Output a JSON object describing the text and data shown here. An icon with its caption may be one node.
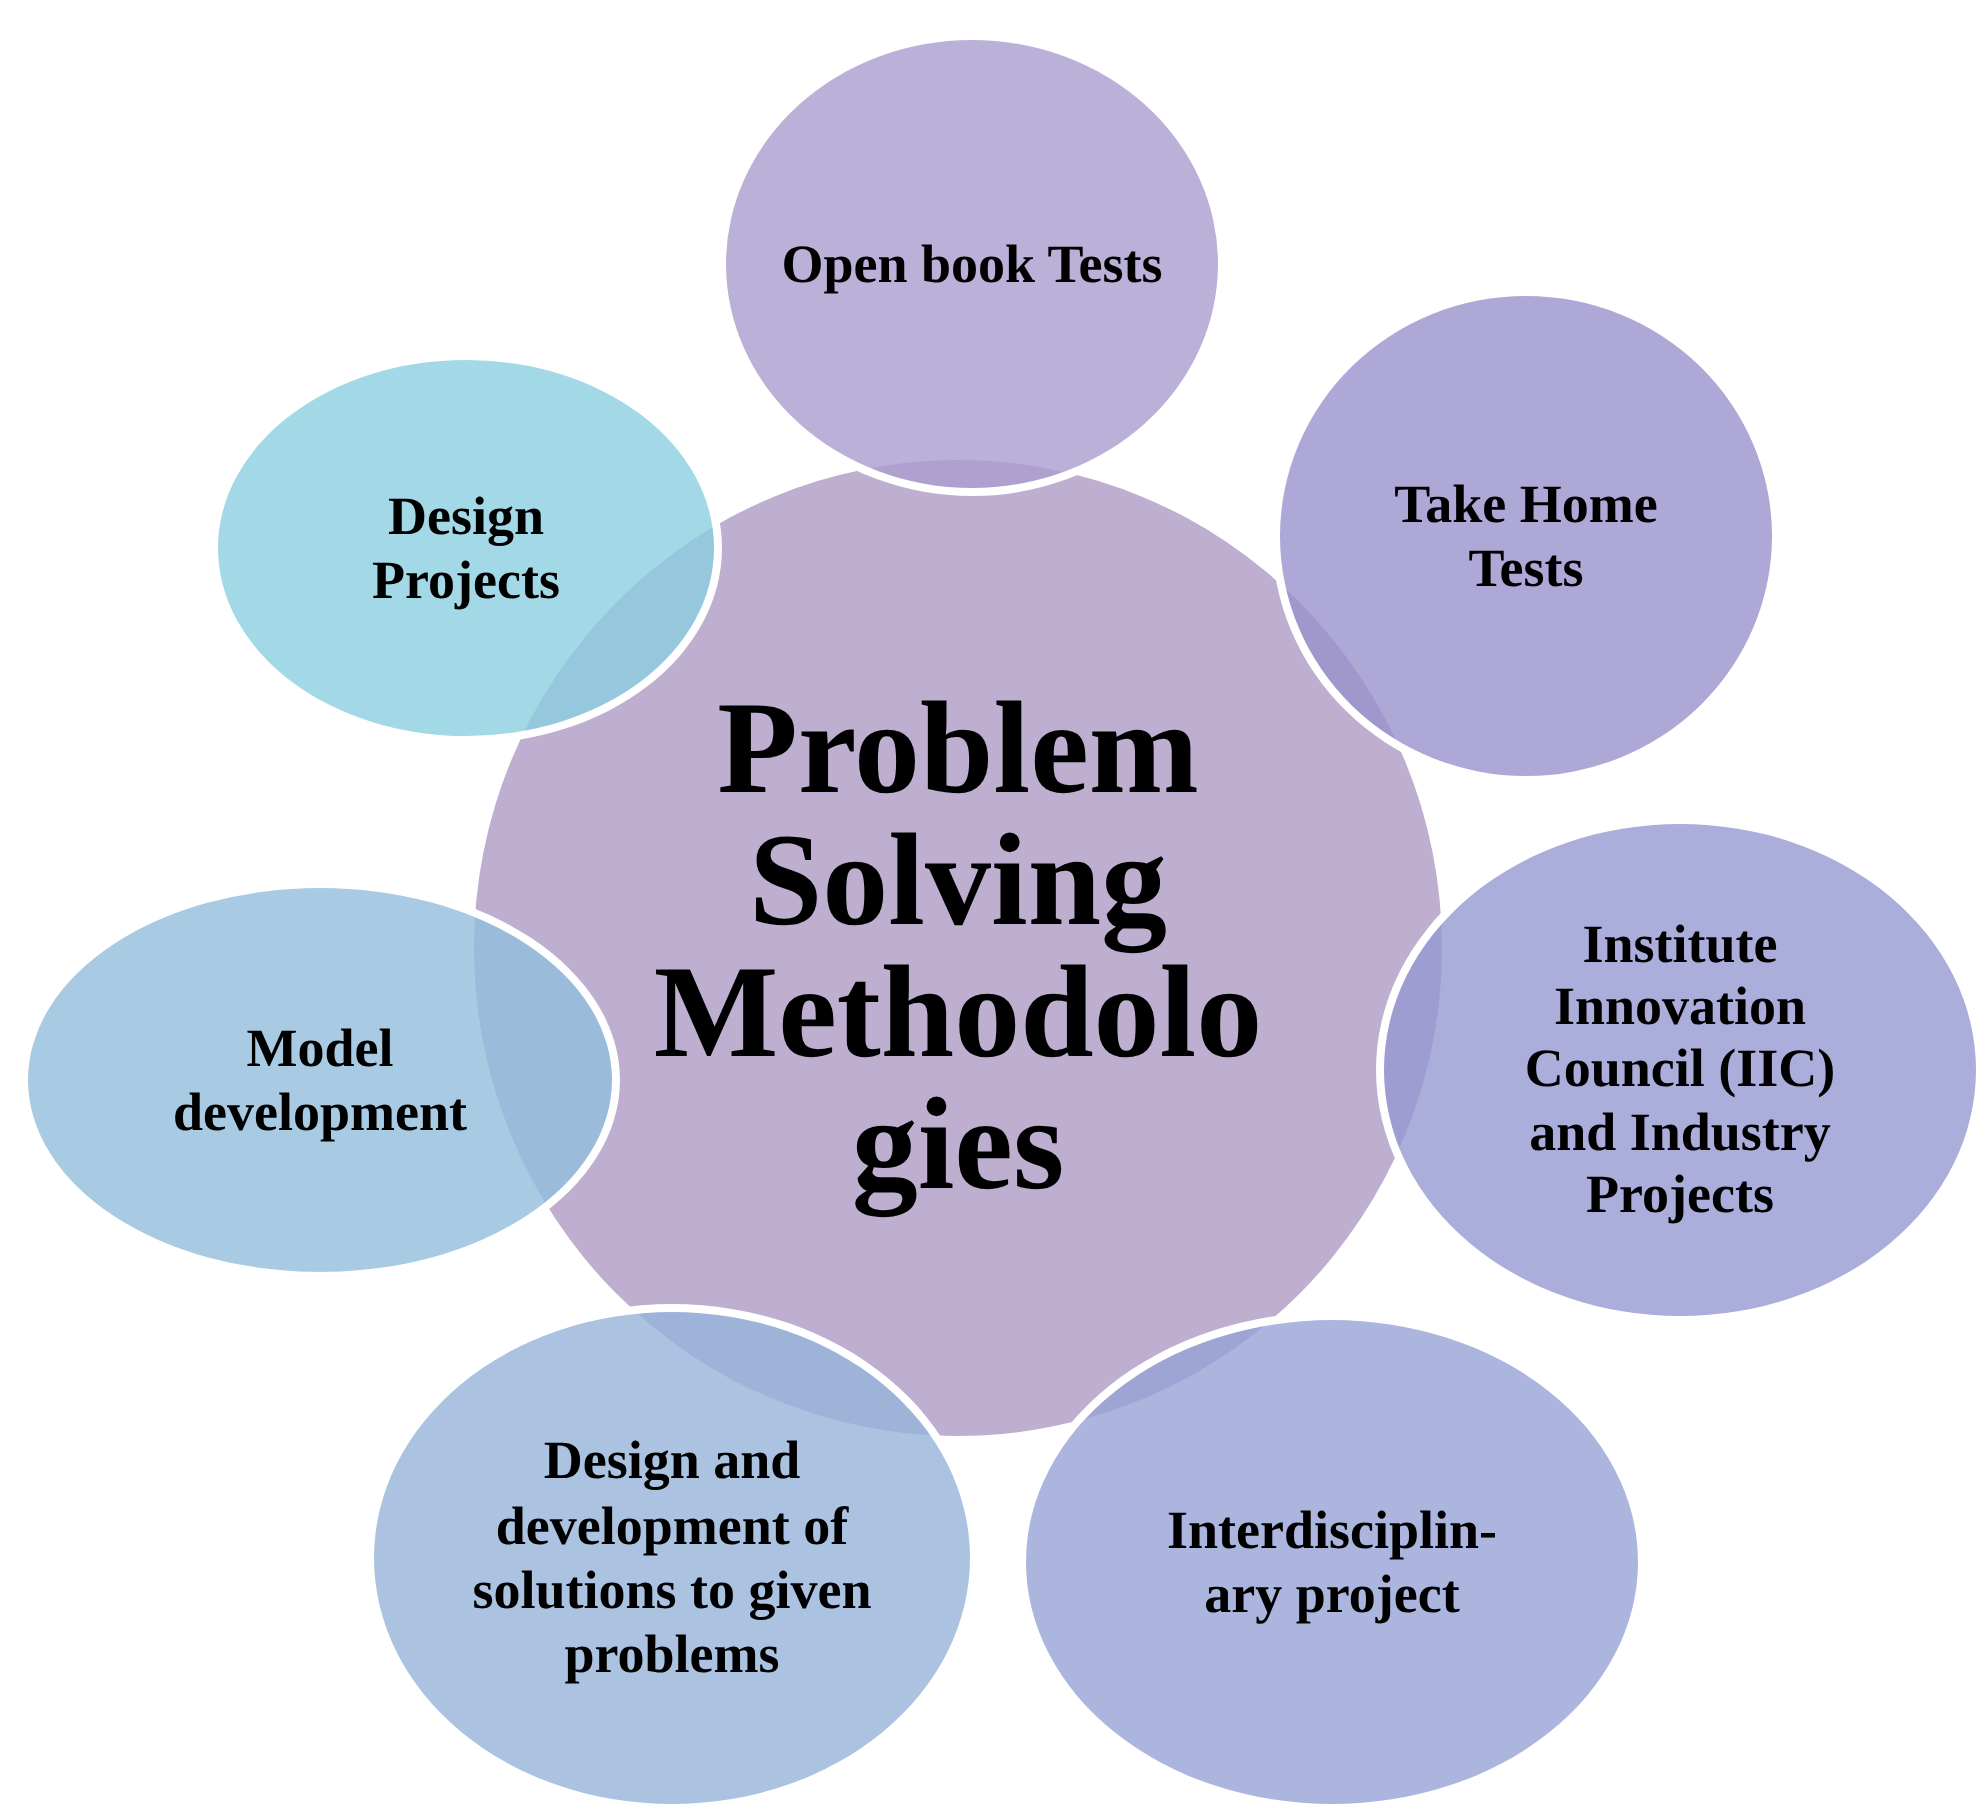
{
  "diagram": {
    "nodes": [
      {
        "text": [
          "Problem Solving Methodolo gies"
        ]
      },
      {
        "text": [
          "Open book Tests"
        ]
      },
      {
        "text": [
          "Take Home Tests"
        ]
      },
      {
        "text": [
          "Institute Innovation Council (IIC) and Industry Projects"
        ]
      },
      {
        "text": [
          "Interdisciplin- ary project"
        ]
      },
      {
        "text": [
          "Design and development of solutions to given problems"
        ]
      },
      {
        "text": [
          "Model development"
        ]
      },
      {
        "text": [
          "Design Projects"
        ]
      }
    ]
  }
}
